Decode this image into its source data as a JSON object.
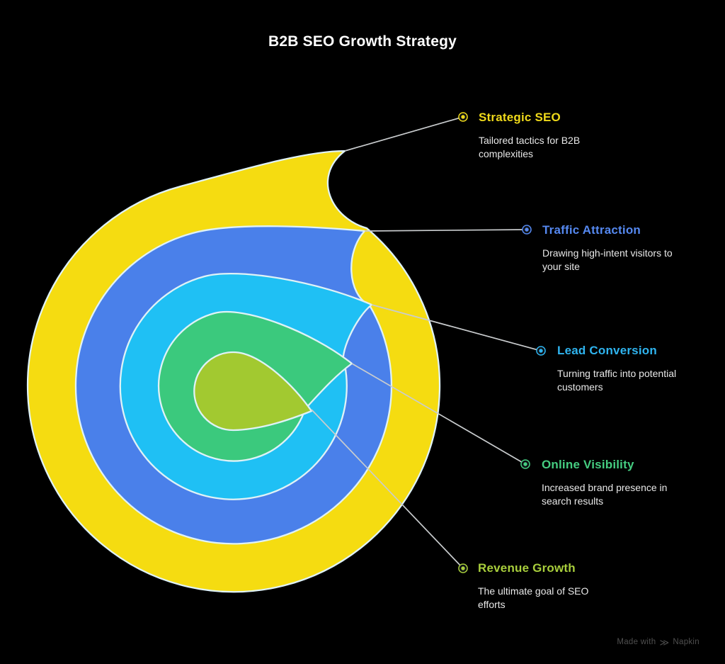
{
  "title": "B2B SEO Growth Strategy",
  "background_color": "#000000",
  "shape_stroke_color": "#dff2f6",
  "connector_color": "#c9ccce",
  "layers": [
    {
      "name": "Strategic SEO",
      "description_line1": "Tailored tactics for B2B",
      "description_line2": "complexities",
      "shape_color": "#f5dc11",
      "label_color": "#efd91a"
    },
    {
      "name": "Traffic Attraction",
      "description_line1": "Drawing high-intent visitors to",
      "description_line2": "your site",
      "shape_color": "#4a80ea",
      "label_color": "#5588ef"
    },
    {
      "name": "Lead Conversion",
      "description_line1": "Turning traffic into potential",
      "description_line2": "customers",
      "shape_color": "#1fc0f4",
      "label_color": "#2fb4ef"
    },
    {
      "name": "Online Visibility",
      "description_line1": "Increased brand presence in",
      "description_line2": "search results",
      "shape_color": "#3bc97d",
      "label_color": "#45cd81"
    },
    {
      "name": "Revenue Growth",
      "description_line1": "The ultimate goal of SEO",
      "description_line2": "efforts",
      "shape_color": "#a2c930",
      "label_color": "#a8ce3c"
    }
  ],
  "watermark": {
    "prefix": "Made with",
    "logo_glyph": "≫",
    "brand": "Napkin"
  }
}
